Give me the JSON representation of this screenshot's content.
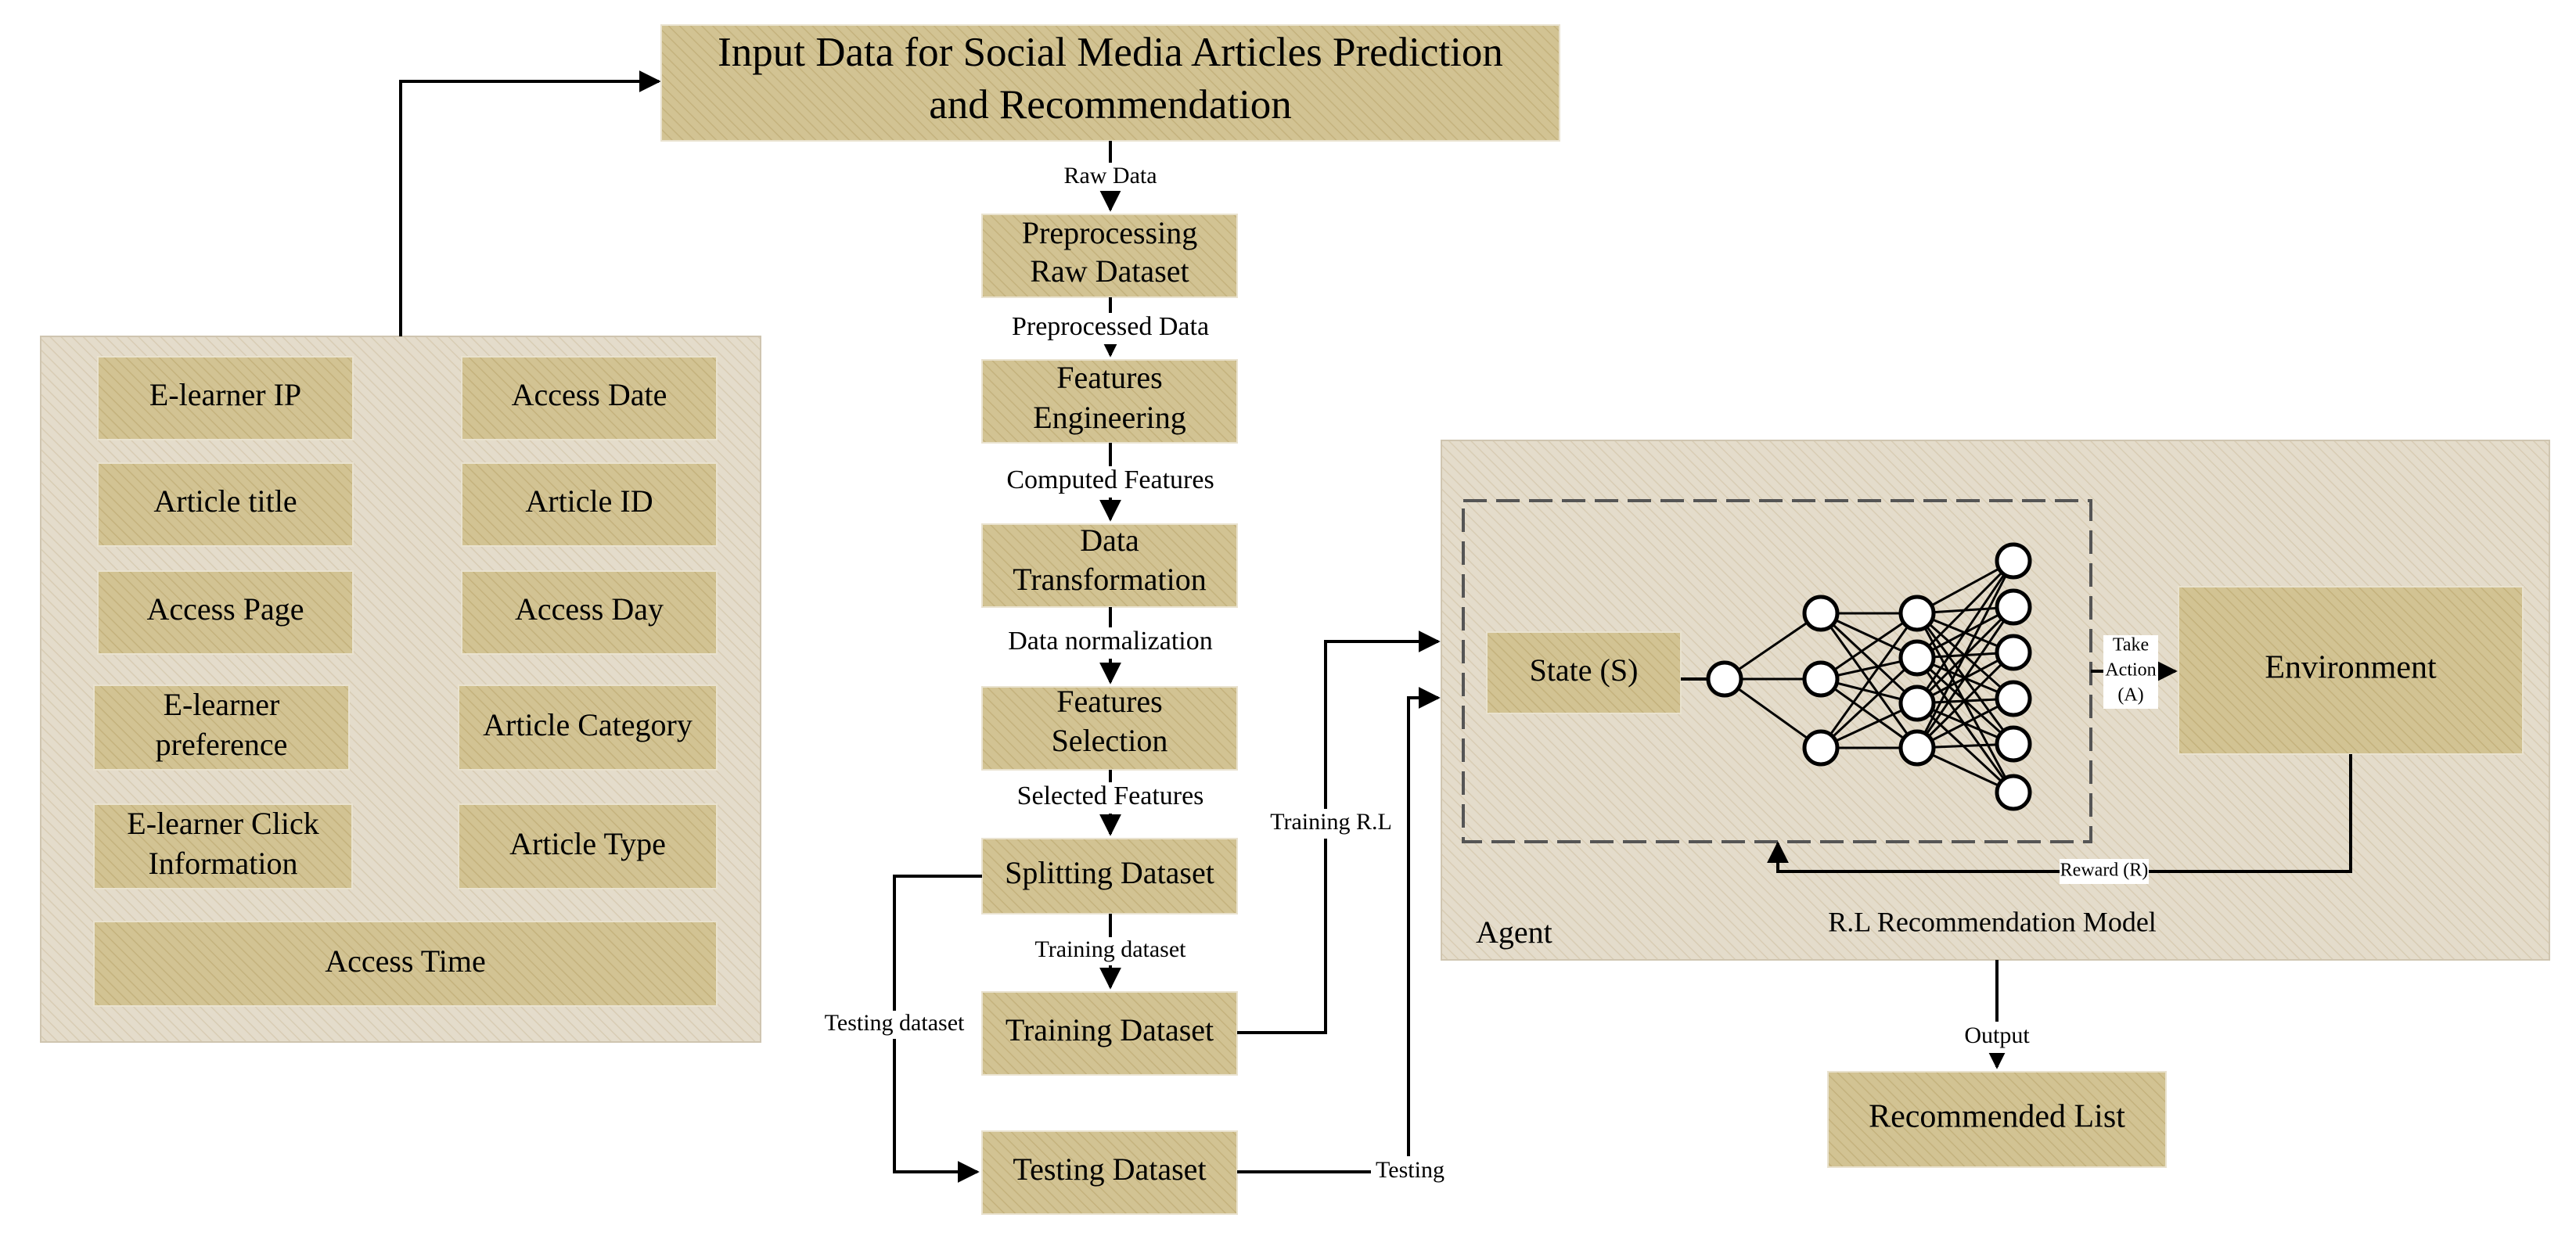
{
  "colors": {
    "box_fill": "#d2c393",
    "panel_fill": "#e4dccb",
    "stroke": "#000000"
  },
  "input_box": {
    "line1": "Input Data for Social Media Articles Prediction",
    "line2": "and Recommendation"
  },
  "features_panel": {
    "items": [
      {
        "line1": "E-learner IP"
      },
      {
        "line1": "Access Date"
      },
      {
        "line1": "Article title"
      },
      {
        "line1": "Article ID"
      },
      {
        "line1": "Access Page"
      },
      {
        "line1": "Access Day"
      },
      {
        "line1": "E-learner",
        "line2": "preference"
      },
      {
        "line1": "Article Category"
      },
      {
        "line1": "E-learner Click",
        "line2": "Information"
      },
      {
        "line1": "Article Type"
      },
      {
        "line1": "Access Time"
      }
    ]
  },
  "pipeline": {
    "preprocessing": {
      "line1": "Preprocessing",
      "line2": "Raw Dataset"
    },
    "features_engineering": {
      "line1": "Features",
      "line2": "Engineering"
    },
    "data_transformation": {
      "line1": "Data",
      "line2": "Transformation"
    },
    "features_selection": {
      "line1": "Features",
      "line2": "Selection"
    },
    "splitting": {
      "line1": "Splitting Dataset"
    },
    "training": {
      "line1": "Training Dataset"
    },
    "testing": {
      "line1": "Testing Dataset"
    }
  },
  "edge_labels": {
    "raw_data": "Raw Data",
    "preprocessed_data": "Preprocessed Data",
    "computed_features": "Computed Features",
    "data_normalization": "Data normalization",
    "selected_features": "Selected Features",
    "training_dataset": "Training dataset",
    "testing_dataset": "Testing dataset",
    "training_rl": "Training R.L",
    "testing": "Testing",
    "take_action_1": "Take",
    "take_action_2": "Action",
    "take_action_3": "(A)",
    "reward": "Reward (R)",
    "output": "Output"
  },
  "rl_model": {
    "state": "State (S)",
    "environment": "Environment",
    "agent": "Agent",
    "title": "R.L Recommendation Model"
  },
  "output_box": {
    "line1": "Recommended List"
  }
}
